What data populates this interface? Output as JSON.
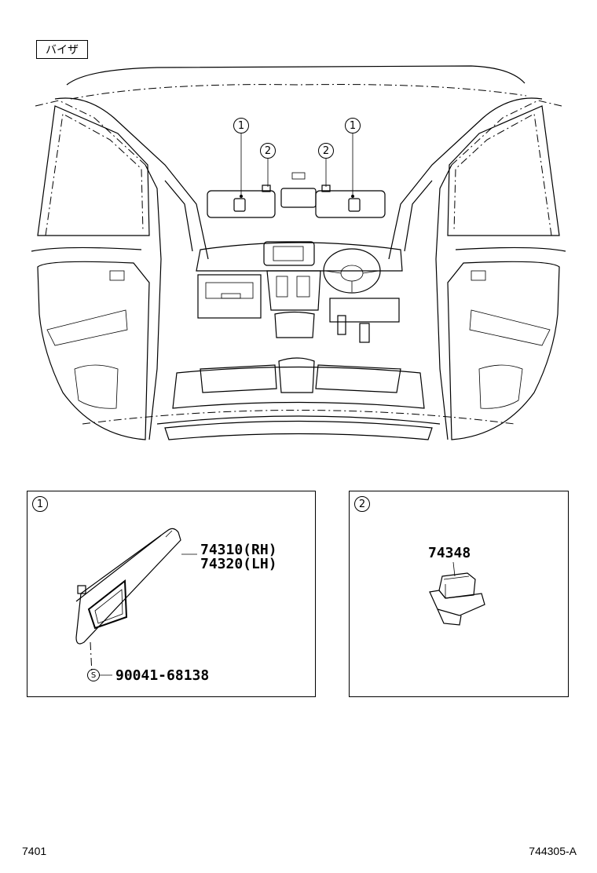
{
  "header": {
    "category_label": "バイザ"
  },
  "overview": {
    "callouts": [
      {
        "num": "1"
      },
      {
        "num": "2"
      },
      {
        "num": "2"
      },
      {
        "num": "1"
      }
    ]
  },
  "detail_1": {
    "ref": "1",
    "part_numbers": [
      "74310(RH)",
      "74320(LH)"
    ],
    "screw_symbol": "S",
    "screw_part": "90041-68138"
  },
  "detail_2": {
    "ref": "2",
    "part_number": "74348"
  },
  "footer": {
    "left_code": "7401",
    "right_code": "744305-A"
  }
}
